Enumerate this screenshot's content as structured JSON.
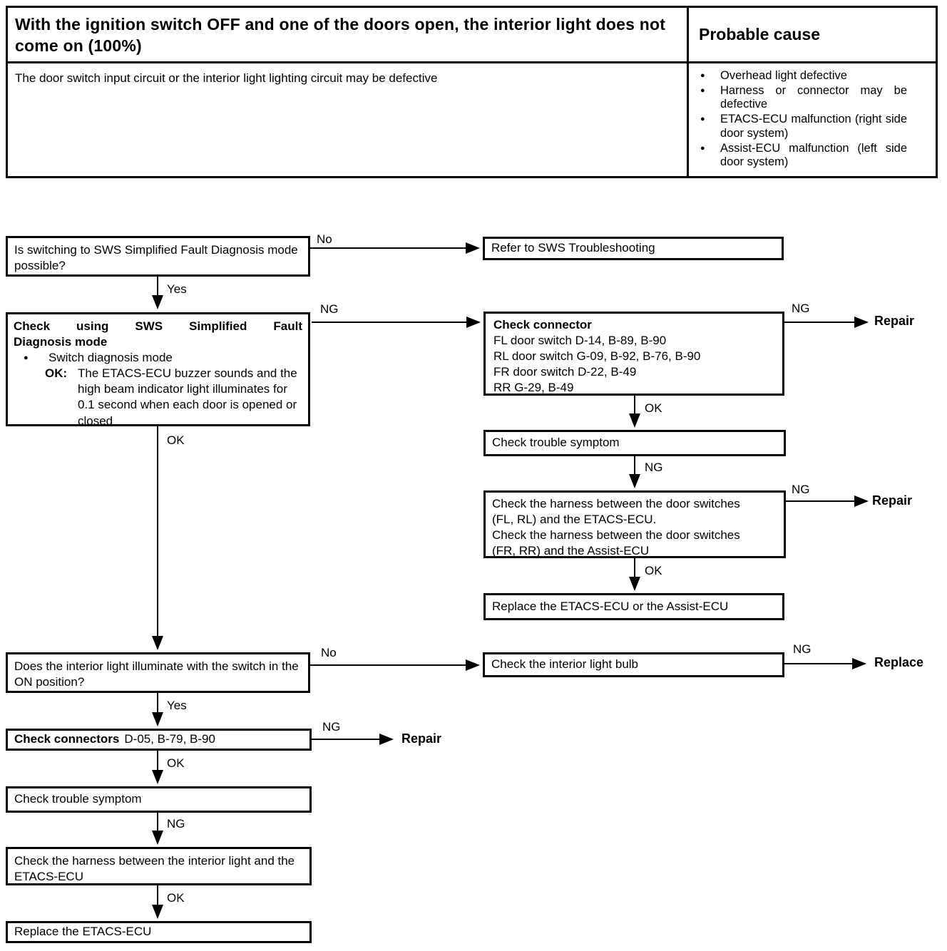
{
  "labels": {
    "yes": "Yes",
    "no": "No",
    "ng": "NG",
    "ok": "OK"
  },
  "results": {
    "repair": "Repair",
    "replace": "Replace"
  },
  "table": {
    "symptom_title": "With the ignition switch OFF and one of the doors open, the interior light does not come on (100%)",
    "probable_cause_header": "Probable cause",
    "symptom_description": "The door switch input circuit or the interior light lighting circuit may be defective",
    "causes": [
      "Overhead light defective",
      "Harness or connector may be defective",
      "ETACS-ECU malfunction (right side door system)",
      "Assist-ECU malfunction (left side door system)"
    ]
  },
  "flow": {
    "q_sws_mode": "Is switching to SWS Simplified Fault Diagnosis mode  possible?",
    "refer_sws": "Refer to SWS Troubleshooting",
    "check_sws": {
      "title_line1": "Check using SWS Simplified Fault",
      "title_line2": "Diagnosis mode",
      "bullet": "Switch diagnosis mode",
      "ok_label": "OK:",
      "ok_text": "The ETACS-ECU buzzer sounds and the high beam indicator light illuminates for 0.1 second when each door is opened or closed"
    },
    "check_connector": {
      "title": "Check connector",
      "lines": [
        "FL door switch D-14, B-89, B-90",
        "RL door switch G-09, B-92, B-76, B-90",
        "FR door switch D-22, B-49",
        "RR G-29, B-49"
      ]
    },
    "check_trouble_symptom_right": "Check trouble symptom",
    "check_harness_doors": {
      "lines": [
        "Check the harness between the door switches",
        "(FL, RL) and the ETACS-ECU.",
        "Check the harness between the door switches",
        "(FR, RR) and the Assist-ECU"
      ]
    },
    "replace_etacs_or_assist": "Replace the ETACS-ECU or the Assist-ECU",
    "q_interior_light": "Does the interior light illuminate with the switch in the ON position?",
    "check_bulb": "Check the interior light bulb",
    "check_connectors": {
      "title": "Check connectors",
      "codes": "D-05, B-79, B-90"
    },
    "check_trouble_symptom_left": "Check trouble symptom",
    "check_harness_interior": "Check the harness between the interior light and the ETACS-ECU",
    "replace_etacs": "Replace the ETACS-ECU"
  }
}
